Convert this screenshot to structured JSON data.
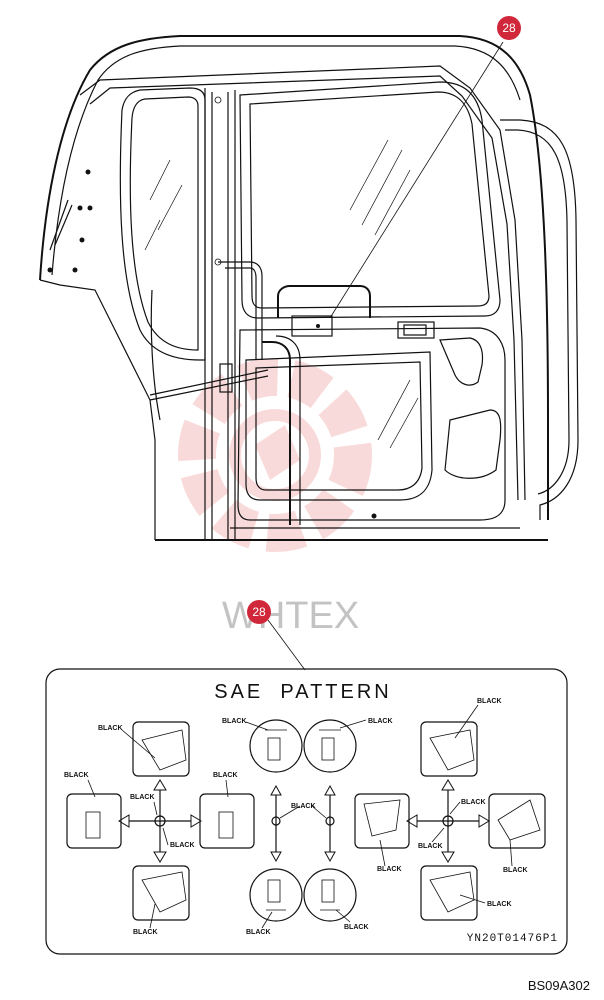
{
  "callouts": [
    {
      "number": "28",
      "color": "#d0283a"
    },
    {
      "number": "28",
      "color": "#d0283a"
    }
  ],
  "watermark": {
    "text": "WHTEX",
    "color": "#e85a5a"
  },
  "decal": {
    "title": "SAE  PATTERN",
    "part_number": "YN20T01476P1",
    "color_label": "BLACK"
  },
  "figure_code": "BS09A302"
}
